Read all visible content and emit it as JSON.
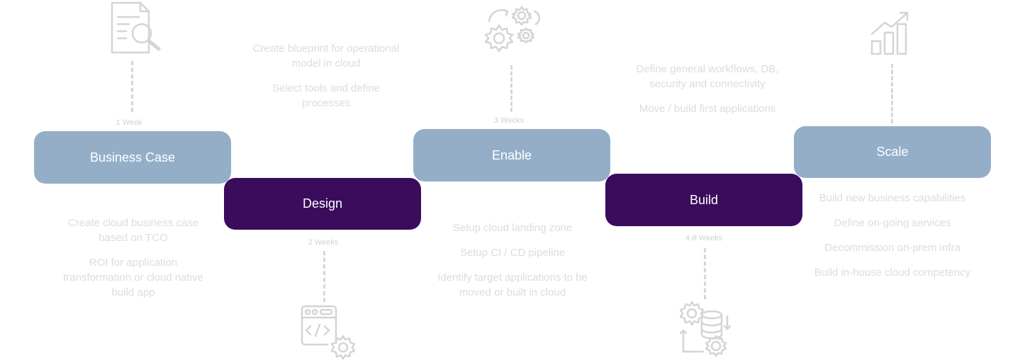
{
  "colors": {
    "phase_light": "#94aec8",
    "phase_dark": "#3b0b5c",
    "text_light": "#dcdcdc",
    "icon": "#d4d4d4"
  },
  "phases": [
    {
      "name": "Business Case",
      "duration": "1 Week",
      "icon": "document-search-icon",
      "descriptions": [
        "Create cloud business case based on TCO",
        "ROI for application transformation or cloud native build app"
      ]
    },
    {
      "name": "Design",
      "duration": "2 Weeks",
      "icon": "code-window-gear-icon",
      "descriptions": [
        "Create blueprint for operational model in cloud",
        "Select tools and define processes"
      ]
    },
    {
      "name": "Enable",
      "duration": "3 Weeks",
      "icon": "gears-icon",
      "descriptions": [
        "Setup cloud landing zone",
        "Setup CI / CD pipeline",
        "Identify target applications to be moved or built in cloud"
      ]
    },
    {
      "name": "Build",
      "duration": "4-8 Weeks",
      "icon": "database-gears-icon",
      "descriptions": [
        "Define general workflows, DB, security and connectivity",
        "Move / build first applications"
      ]
    },
    {
      "name": "Scale",
      "duration": "",
      "icon": "growth-chart-icon",
      "descriptions": [
        "Build new business capabilities",
        "Define on-going services",
        "Decommission on-prem infra",
        "Build in-house cloud competency"
      ]
    }
  ]
}
